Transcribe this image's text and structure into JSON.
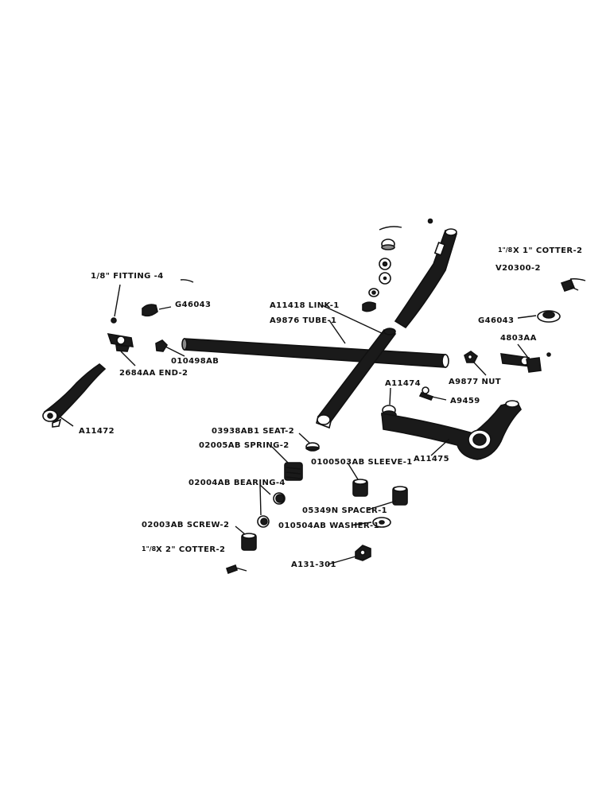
{
  "labels": {
    "fitting": "1/8\" FITTING -4",
    "g46043_left": "G46043",
    "end": "2684AA END-2",
    "nut_010498": "010498AB",
    "a11472": "A11472",
    "link": "A11418  LINK-1",
    "tube": "A9876  TUBE-1",
    "cotter_top_frac": "1\"/8",
    "cotter_top": "X 1\" COTTER-2",
    "v20300": "V20300-2",
    "g46043_right": "G46043",
    "a4803": "4803AA",
    "a9877": "A9877 NUT",
    "a11474": "A11474",
    "a9459": "A9459",
    "a11475": "A11475",
    "seat": "03938AB1 SEAT-2",
    "spring": "02005AB SPRING-2",
    "sleeve": "0100503AB SLEEVE-1",
    "bearing": "02004AB  BEARING-4",
    "spacer": "05349N SPACER-1",
    "washer": "010504AB WASHER-1",
    "screw": "02003AB SCREW-2",
    "cotter_bottom_frac": "1\"/8",
    "cotter_bottom": "X 2\" COTTER-2",
    "a131": "A131-301"
  }
}
